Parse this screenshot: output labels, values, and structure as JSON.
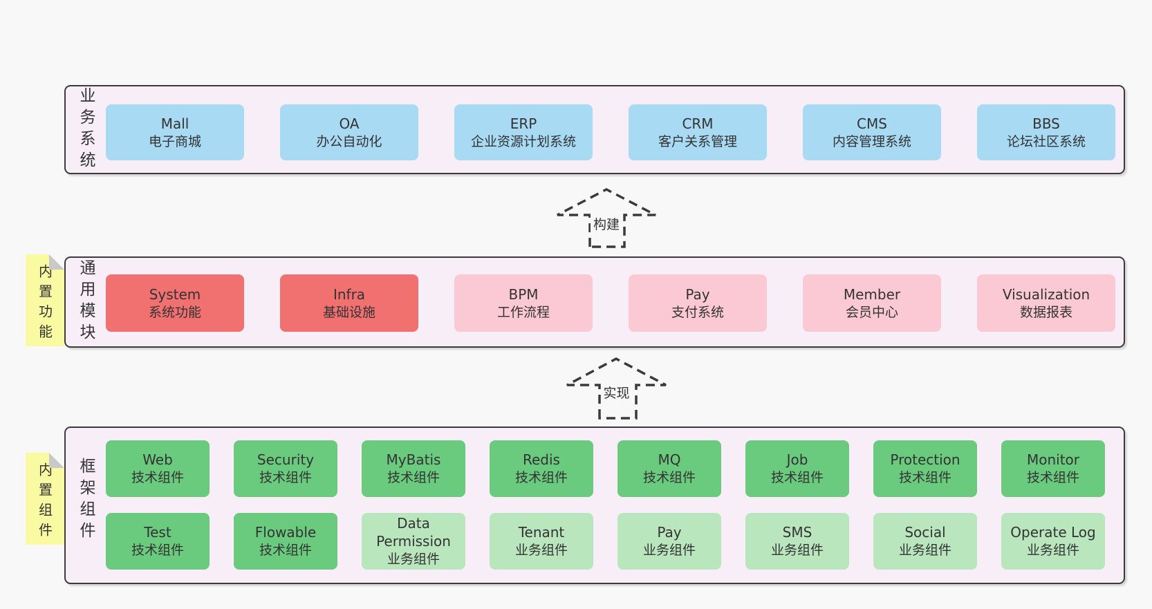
{
  "colors": {
    "page_bg": "#f8f8f8",
    "container_bg": "#f8eef8",
    "border": "#3a3a3a",
    "blue": "#a8daf3",
    "red": "#f17070",
    "pink": "#fbc9d4",
    "green": "#6aca7e",
    "lightgreen": "#b9e6bd",
    "note_yellow": "#fafaa2",
    "note_fold": "#c9c9c9",
    "text": "#333333"
  },
  "arrows": [
    {
      "id": "build",
      "label": "构建"
    },
    {
      "id": "implement",
      "label": "实现"
    }
  ],
  "layers": [
    {
      "id": "business-systems",
      "side_label": "业务系统",
      "rows": [
        [
          {
            "name": "Mall",
            "desc": "电子商城",
            "color": "blue"
          },
          {
            "name": "OA",
            "desc": "办公自动化",
            "color": "blue"
          },
          {
            "name": "ERP",
            "desc": "企业资源计划系统",
            "color": "blue"
          },
          {
            "name": "CRM",
            "desc": "客户关系管理",
            "color": "blue"
          },
          {
            "name": "CMS",
            "desc": "内容管理系统",
            "color": "blue"
          },
          {
            "name": "BBS",
            "desc": "论坛社区系统",
            "color": "blue"
          }
        ]
      ]
    },
    {
      "id": "common-modules",
      "side_label": "通用模块",
      "note": "内置功能",
      "rows": [
        [
          {
            "name": "System",
            "desc": "系统功能",
            "color": "red"
          },
          {
            "name": "Infra",
            "desc": "基础设施",
            "color": "red"
          },
          {
            "name": "BPM",
            "desc": "工作流程",
            "color": "pink"
          },
          {
            "name": "Pay",
            "desc": "支付系统",
            "color": "pink"
          },
          {
            "name": "Member",
            "desc": "会员中心",
            "color": "pink"
          },
          {
            "name": "Visualization",
            "desc": "数据报表",
            "color": "pink"
          }
        ]
      ]
    },
    {
      "id": "framework-components",
      "side_label": "框架组件",
      "note": "内置组件",
      "rows": [
        [
          {
            "name": "Web",
            "desc": "技术组件",
            "color": "green"
          },
          {
            "name": "Security",
            "desc": "技术组件",
            "color": "green"
          },
          {
            "name": "MyBatis",
            "desc": "技术组件",
            "color": "green"
          },
          {
            "name": "Redis",
            "desc": "技术组件",
            "color": "green"
          },
          {
            "name": "MQ",
            "desc": "技术组件",
            "color": "green"
          },
          {
            "name": "Job",
            "desc": "技术组件",
            "color": "green"
          },
          {
            "name": "Protection",
            "desc": "技术组件",
            "color": "green"
          },
          {
            "name": "Monitor",
            "desc": "技术组件",
            "color": "green"
          }
        ],
        [
          {
            "name": "Test",
            "desc": "技术组件",
            "color": "green"
          },
          {
            "name": "Flowable",
            "desc": "技术组件",
            "color": "green"
          },
          {
            "name": "Data Permission",
            "desc": "业务组件",
            "color": "lightgreen"
          },
          {
            "name": "Tenant",
            "desc": "业务组件",
            "color": "lightgreen"
          },
          {
            "name": "Pay",
            "desc": "业务组件",
            "color": "lightgreen"
          },
          {
            "name": "SMS",
            "desc": "业务组件",
            "color": "lightgreen"
          },
          {
            "name": "Social",
            "desc": "业务组件",
            "color": "lightgreen"
          },
          {
            "name": "Operate Log",
            "desc": "业务组件",
            "color": "lightgreen"
          }
        ]
      ]
    }
  ]
}
